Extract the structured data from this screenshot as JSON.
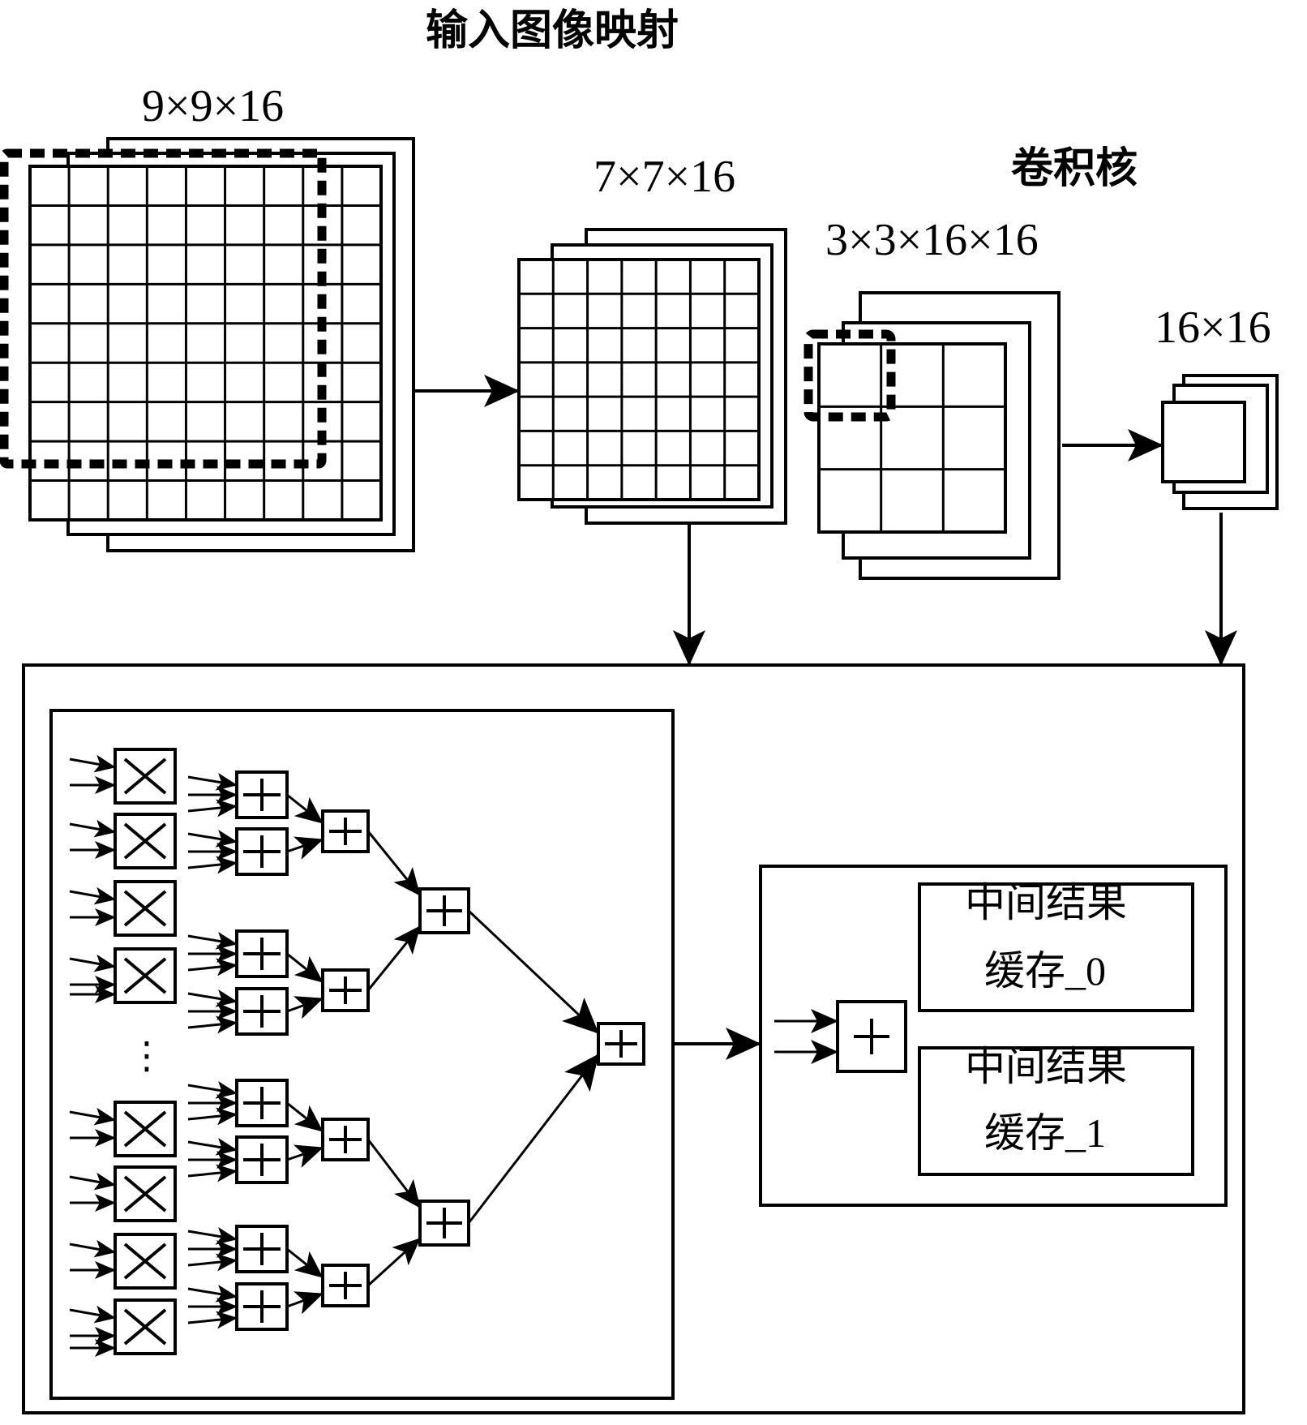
{
  "labels": {
    "input_map_title": "输入图像映射",
    "input_dims": "9×9×16",
    "output_dims": "7×7×16",
    "kernel_title": "卷积核",
    "kernel_dims": "3×3×16×16",
    "weight_dims": "16×16"
  },
  "buffers": [
    {
      "line1": "中间结果",
      "line2a": "缓存",
      "line2b": "_0"
    },
    {
      "line1": "中间结果",
      "line2a": "缓存",
      "line2b": "_1"
    }
  ],
  "adder_tree": {
    "ellipsis": "⋮",
    "accumulator_symbol": "+"
  },
  "icons": {
    "multiplier": "multiplier-icon",
    "adder": "adder-icon",
    "arrow": "arrow-icon"
  }
}
